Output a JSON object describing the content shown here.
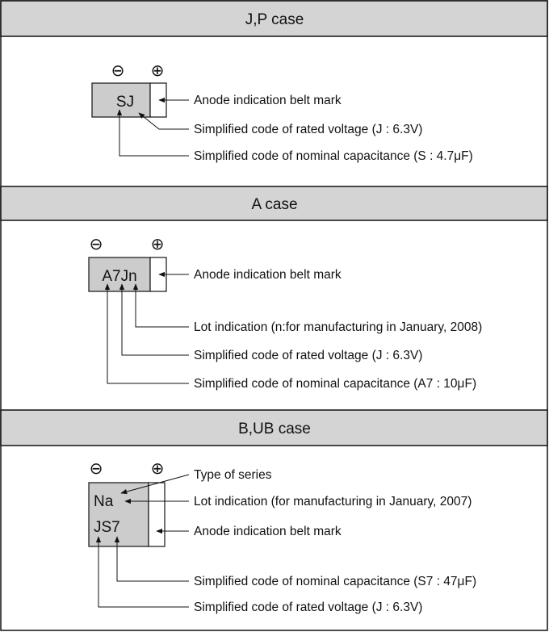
{
  "sections": [
    {
      "header": "J,P case",
      "minus": "⊖",
      "plus": "⊕",
      "chip_lines": [
        "SJ"
      ],
      "labels": [
        "Anode indication belt mark",
        "Simplified code of rated voltage (J : 6.3V)",
        "Simplified code of nominal capacitance (S : 4.7μF)"
      ]
    },
    {
      "header": "A case",
      "minus": "⊖",
      "plus": "⊕",
      "chip_lines": [
        "A7Jn"
      ],
      "labels": [
        "Anode indication belt mark",
        "Lot indication (n:for manufacturing in January, 2008)",
        "Simplified code of rated voltage (J : 6.3V)",
        "Simplified code of nominal capacitance (A7 : 10μF)"
      ]
    },
    {
      "header": "B,UB case",
      "minus": "⊖",
      "plus": "⊕",
      "chip_lines": [
        "Na",
        "JS7"
      ],
      "labels": [
        "Type of series",
        "Lot indication (for manufacturing in January, 2007)",
        "Anode indication belt mark",
        "Simplified code of nominal capacitance (S7 : 47μF)",
        "Simplified code of rated voltage (J : 6.3V)"
      ]
    }
  ],
  "colors": {
    "header_bg": "#d4d4d4",
    "chip_bg": "#cccccc",
    "line": "#111111"
  }
}
